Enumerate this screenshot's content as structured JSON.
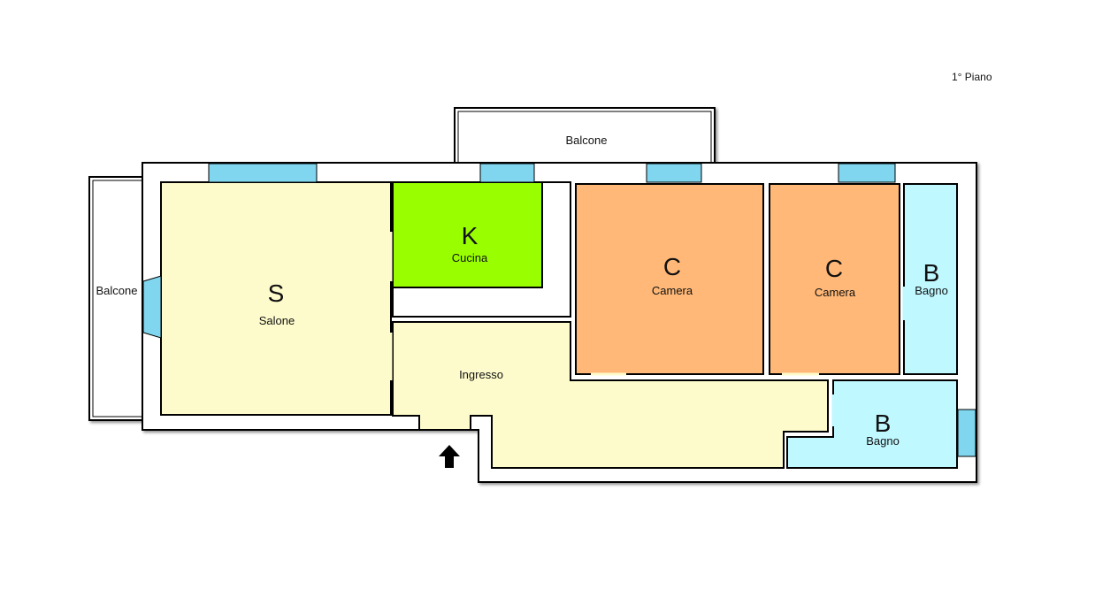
{
  "floor_label": "1° Piano",
  "colors": {
    "salone": "#fdfbcb",
    "cucina": "#99ff00",
    "camera": "#ffb877",
    "bagno": "#bff8ff",
    "window": "#7fd6ee",
    "wall": "#ffffff",
    "wall_stroke": "#000000"
  },
  "rooms": {
    "salone": {
      "letter": "S",
      "name": "Salone"
    },
    "cucina": {
      "letter": "K",
      "name": "Cucina"
    },
    "camera1": {
      "letter": "C",
      "name": "Camera"
    },
    "camera2": {
      "letter": "C",
      "name": "Camera"
    },
    "bagno1": {
      "letter": "B",
      "name": "Bagno"
    },
    "bagno2": {
      "letter": "B",
      "name": "Bagno"
    },
    "ingresso": {
      "name": "Ingresso"
    },
    "balcone_top": {
      "name": "Balcone"
    },
    "balcone_left": {
      "name": "Balcone"
    }
  },
  "entrance_icon": "up-arrow-icon"
}
